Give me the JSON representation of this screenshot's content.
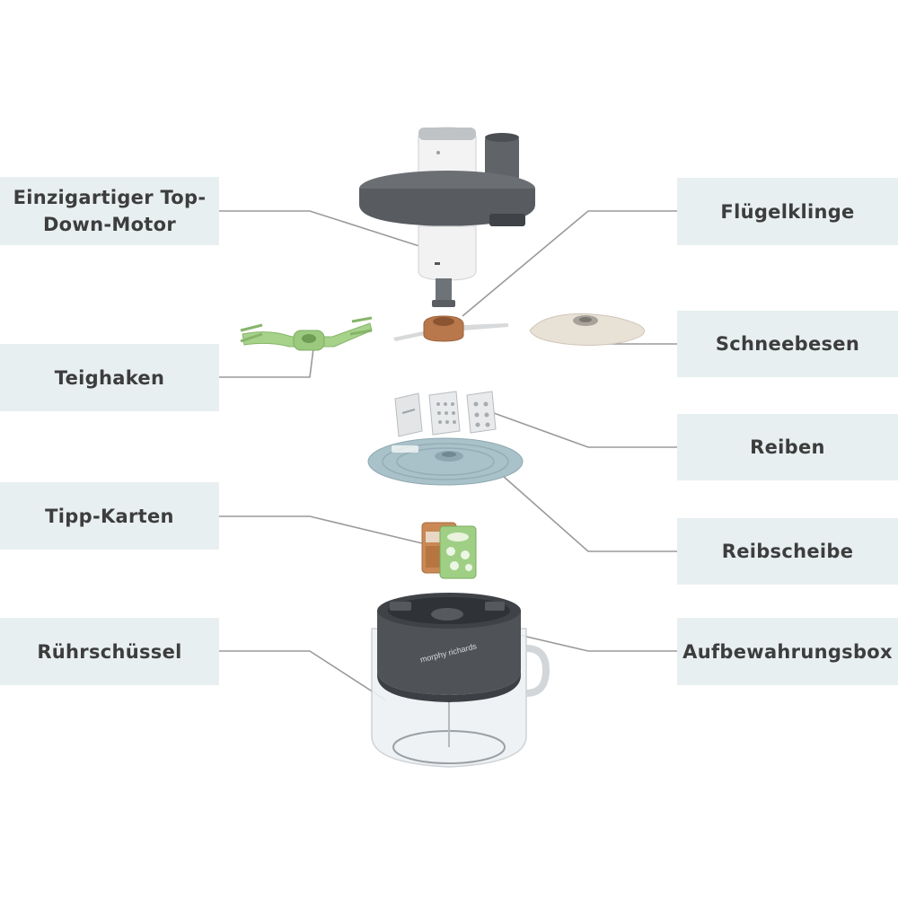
{
  "labels": {
    "motor": "Einzigartiger Top-Down-Motor",
    "dough_hook": "Teighaken",
    "tip_cards": "Tipp-Karten",
    "mixing_bowl": "Rührschüssel",
    "wing_blade": "Flügelklinge",
    "whisk": "Schneebesen",
    "graters": "Reiben",
    "grating_disc": "Reibscheibe",
    "storage_box": "Aufbewahrungsbox"
  },
  "brand": "morphy richards",
  "colors": {
    "label_bg": "#e8eff1",
    "label_text": "#3d3d3d",
    "leader_line": "#9a9a9a",
    "housing": "#5d6166",
    "motor_body": "#f2f2f2",
    "hook_green": "#a6d28a",
    "blade_copper": "#b9784c",
    "whisk_beige": "#e8e1d6",
    "disc_blue": "#a9c1c9"
  }
}
